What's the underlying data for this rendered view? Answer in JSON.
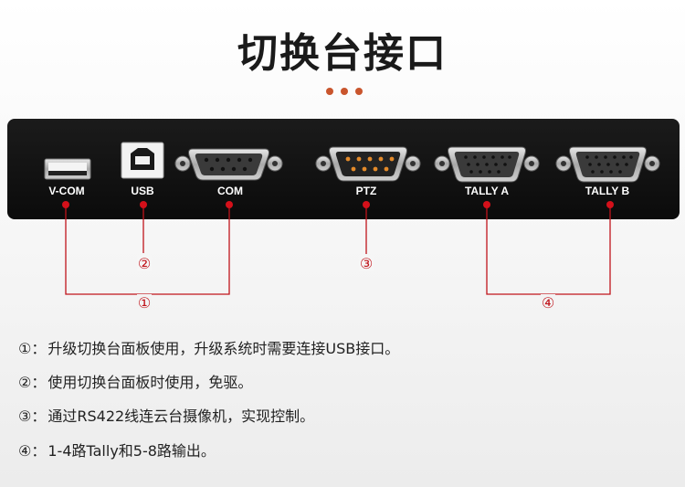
{
  "title": "切换台接口",
  "ports": [
    {
      "label": "V-COM",
      "icon": "usb-a-port-icon"
    },
    {
      "label": "USB",
      "icon": "usb-b-port-icon"
    },
    {
      "label": "COM",
      "icon": "db9-female-port-icon"
    },
    {
      "label": "PTZ",
      "icon": "db9-male-port-icon"
    },
    {
      "label": "TALLY A",
      "icon": "db15-female-port-icon"
    },
    {
      "label": "TALLY B",
      "icon": "db15-female-port-icon"
    }
  ],
  "markers": [
    "①",
    "②",
    "③",
    "④"
  ],
  "notes": [
    {
      "num": "①：",
      "text": "升级切换台面板使用，升级系统时需要连接USB接口。"
    },
    {
      "num": "②：",
      "text": "使用切换台面板时使用，免驱。"
    },
    {
      "num": "③：",
      "text": "通过RS422线连云台摄像机，实现控制。"
    },
    {
      "num": "④：",
      "text": "1-4路Tally和5-8路输出。"
    }
  ],
  "colors": {
    "accent": "#c9552d",
    "line": "#c0141b",
    "panel": "#121212",
    "text": "#1c1c1c"
  }
}
